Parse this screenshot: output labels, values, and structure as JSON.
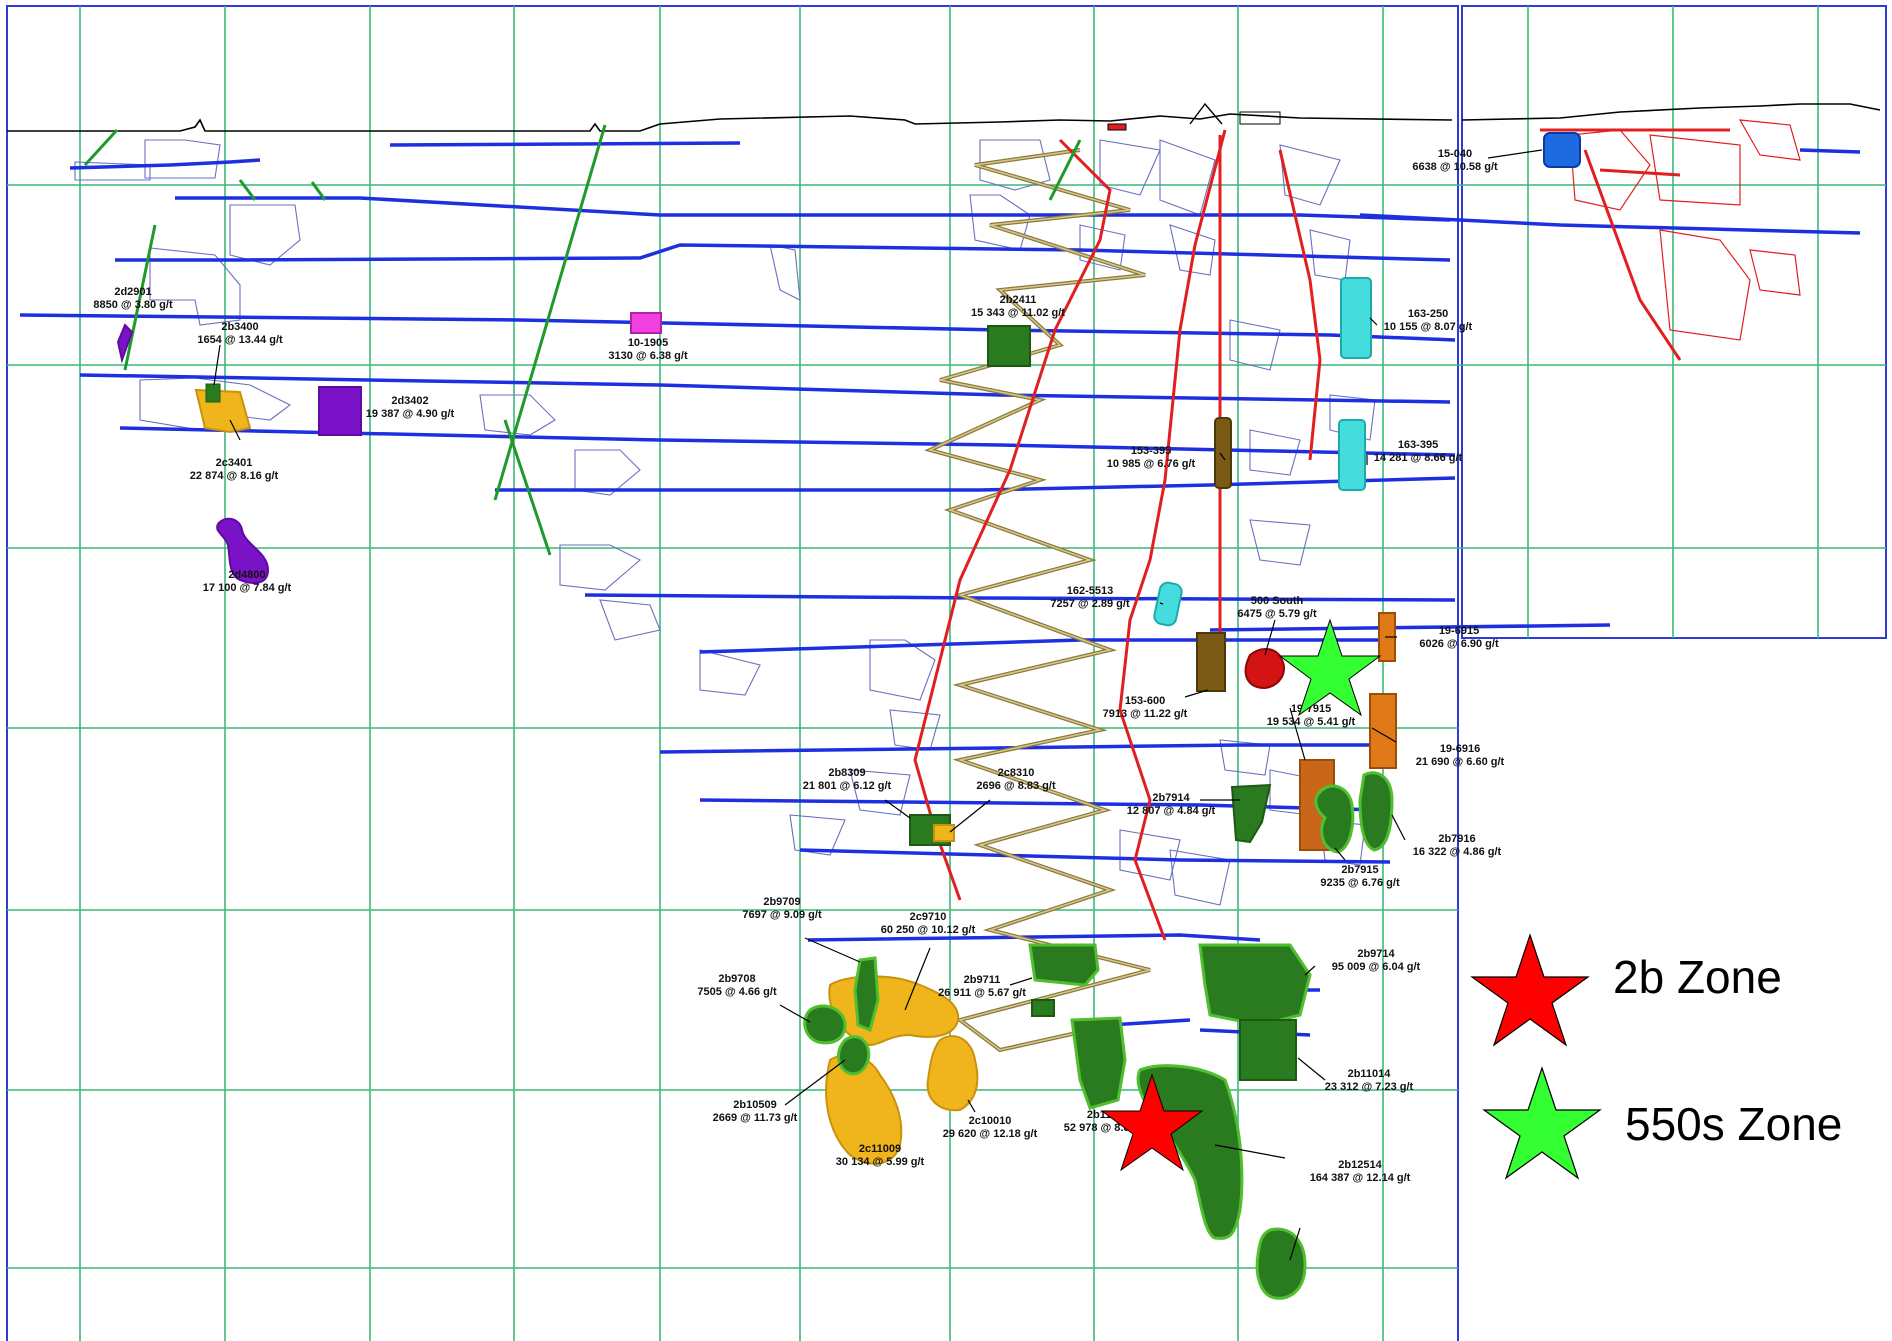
{
  "colors": {
    "grid": "#3cb878",
    "frame": "#2f3bd6",
    "level": "#1d2fe0",
    "stope": "#6b6fc0",
    "ramp": "#8a7a3a",
    "shaft": "#e02020",
    "fault_green": "#1e9a2a",
    "zone_2b": "#2a7a1f",
    "zone_2c": "#f0b51c",
    "zone_2d": "#7a12c8",
    "zone_163": "#44dcdc",
    "zone_19": "#e07a18",
    "zone_550": "#d41414",
    "zone_10": "#f040e0",
    "zone_15": "#1e6ae0",
    "star_2b": "#ff0000",
    "star_550s": "#33ff33"
  },
  "legend": [
    {
      "label": "2b Zone",
      "color": "#ff0000",
      "icon": "red-star-icon"
    },
    {
      "label": "550s Zone",
      "color": "#33ff33",
      "icon": "green-star-icon"
    }
  ],
  "labels": [
    {
      "id": "2d2901",
      "lines": [
        "2d2901",
        "8850 @ 3.80 g/t"
      ]
    },
    {
      "id": "2b3400",
      "lines": [
        "2b3400",
        "1654 @ 13.44 g/t"
      ]
    },
    {
      "id": "2d3402",
      "lines": [
        "2d3402",
        "19 387 @ 4.90 g/t"
      ]
    },
    {
      "id": "2c3401",
      "lines": [
        "2c3401",
        "22 874 @ 8.16 g/t"
      ]
    },
    {
      "id": "2d4800",
      "lines": [
        "2d4800",
        "17 100 @ 7.84 g/t"
      ]
    },
    {
      "id": "10-1905",
      "lines": [
        "10-1905",
        "3130 @ 6.38 g/t"
      ]
    },
    {
      "id": "2b2411",
      "lines": [
        "2b2411",
        "15 343 @ 11.02 g/t"
      ]
    },
    {
      "id": "15-040",
      "lines": [
        "15-040",
        "6638 @ 10.58 g/t"
      ]
    },
    {
      "id": "163-250",
      "lines": [
        "163-250",
        "10 155 @ 8.07 g/t"
      ]
    },
    {
      "id": "153-395",
      "lines": [
        "153-395",
        "10 985 @ 6.76 g/t"
      ]
    },
    {
      "id": "163-395",
      "lines": [
        "163-395",
        "14 281 @ 8.66 g/t"
      ]
    },
    {
      "id": "162-5513",
      "lines": [
        "162-5513",
        "7257 @ 2.89 g/t"
      ]
    },
    {
      "id": "500south",
      "lines": [
        "500 South",
        "6475 @ 5.79 g/t"
      ]
    },
    {
      "id": "19-6915",
      "lines": [
        "19-6915",
        "6026 @ 6.90 g/t"
      ]
    },
    {
      "id": "153-600",
      "lines": [
        "153-600",
        "7913 @ 11.22 g/t"
      ]
    },
    {
      "id": "19-7915",
      "lines": [
        "19-7915",
        "19 534 @ 5.41 g/t"
      ]
    },
    {
      "id": "19-6916",
      "lines": [
        "19-6916",
        "21 690 @ 6.60 g/t"
      ]
    },
    {
      "id": "2b8309",
      "lines": [
        "2b8309",
        "21 801 @ 6.12 g/t"
      ]
    },
    {
      "id": "2c8310",
      "lines": [
        "2c8310",
        "2696 @ 8.83 g/t"
      ]
    },
    {
      "id": "2b7914",
      "lines": [
        "2b7914",
        "12 807 @ 4.84 g/t"
      ]
    },
    {
      "id": "2b7916",
      "lines": [
        "2b7916",
        "16 322 @ 4.86 g/t"
      ]
    },
    {
      "id": "2b7915",
      "lines": [
        "2b7915",
        "9235 @ 6.76 g/t"
      ]
    },
    {
      "id": "2b9709",
      "lines": [
        "2b9709",
        "7697 @ 9.09 g/t"
      ]
    },
    {
      "id": "2c9710",
      "lines": [
        "2c9710",
        "60 250 @ 10.12 g/t"
      ]
    },
    {
      "id": "2b9711",
      "lines": [
        "2b9711",
        "26 911 @ 5.67 g/t"
      ]
    },
    {
      "id": "2b9714",
      "lines": [
        "2b9714",
        "95 009 @ 6.04 g/t"
      ]
    },
    {
      "id": "2b9708",
      "lines": [
        "2b9708",
        "7505 @ 4.66 g/t"
      ]
    },
    {
      "id": "2b11014",
      "lines": [
        "2b11014",
        "23 312 @ 7.23 g/t"
      ]
    },
    {
      "id": "2b10509",
      "lines": [
        "2b10509",
        "2669 @ 11.73 g/t"
      ]
    },
    {
      "id": "2c10010",
      "lines": [
        "2c10010",
        "29 620 @ 12.18 g/t"
      ]
    },
    {
      "id": "2b11011",
      "lines": [
        "2b11011",
        "52 978 @ 8.86 g/t"
      ]
    },
    {
      "id": "2c11009",
      "lines": [
        "2c11009",
        "30 134 @ 5.99 g/t"
      ]
    },
    {
      "id": "2b12514",
      "lines": [
        "2b12514",
        "164 387 @ 12.14 g/t"
      ]
    }
  ]
}
